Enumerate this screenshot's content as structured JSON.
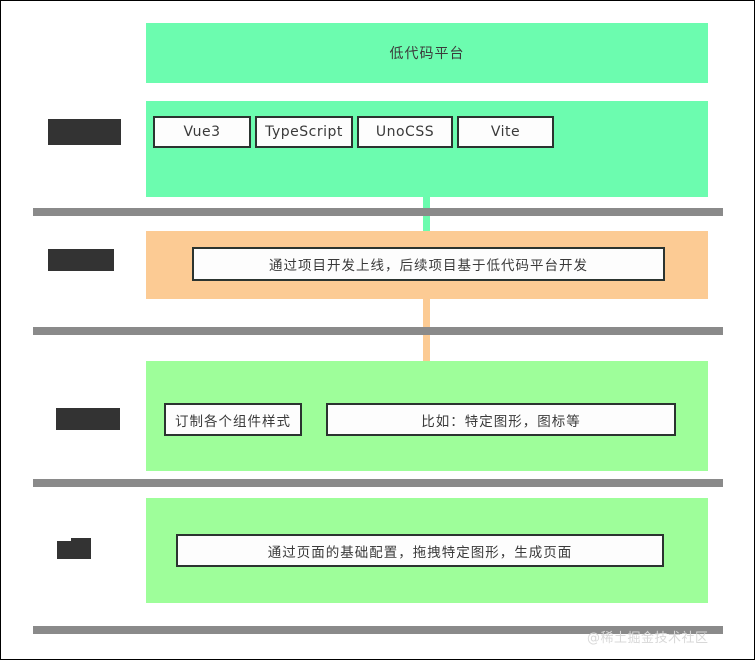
{
  "diagram": {
    "background_color": "#ffffff",
    "colors": {
      "mint": "#6CFCAF",
      "light_green": "#9EFE9A",
      "orange": "#FCCB94",
      "separator_gray": "#8a8a8a",
      "redacted_label": "#333333",
      "node_border": "#2b3430",
      "node_fill": "#fdfdfd",
      "text": "#3a3a3a",
      "watermark": "#d8d8d8"
    },
    "sections": [
      {
        "id": "platform-header",
        "label_redacted": false,
        "band_color": "#6CFCAF",
        "title": "低代码平台",
        "nodes": []
      },
      {
        "id": "tech-stack",
        "label_redacted": true,
        "band_color": "#6CFCAF",
        "title": "",
        "nodes": [
          {
            "label": "Vue3"
          },
          {
            "label": "TypeScript"
          },
          {
            "label": "UnoCSS"
          },
          {
            "label": "Vite"
          }
        ]
      },
      {
        "id": "project-delivery",
        "label_redacted": true,
        "band_color": "#FCCB94",
        "title": "",
        "nodes": [
          {
            "label": "通过项目开发上线，后续项目基于低代码平台开发"
          }
        ]
      },
      {
        "id": "component-styling",
        "label_redacted": true,
        "band_color": "#9EFE9A",
        "title": "",
        "nodes": [
          {
            "label": "订制各个组件样式"
          },
          {
            "label": "比如：特定图形，图标等"
          }
        ]
      },
      {
        "id": "page-generation",
        "label_redacted": true,
        "band_color": "#9EFE9A",
        "title": "",
        "nodes": [
          {
            "label": "通过页面的基础配置，拖拽特定图形，生成页面"
          }
        ]
      }
    ]
  },
  "watermark": {
    "text": "@稀土掘金技术社区"
  }
}
